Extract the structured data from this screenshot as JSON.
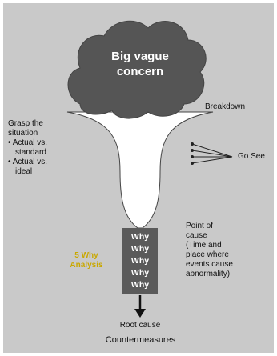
{
  "cloud": {
    "line1": "Big vague",
    "line2": "concern"
  },
  "labels": {
    "breakdown": "Breakdown",
    "go_see": "Go See",
    "grasp": {
      "line1": "Grasp the",
      "line2": "situation",
      "b1a": "• Actual vs.",
      "b1b": "standard",
      "b2a": "• Actual vs.",
      "b2b": "ideal"
    },
    "point_of_cause": [
      "Point of",
      "cause",
      "(Time and",
      "place where",
      "events cause",
      "abnormality)"
    ],
    "five_why": [
      "5 Why",
      "Analysis"
    ],
    "root_cause": "Root cause",
    "countermeasures": "Countermeasures"
  },
  "whys": [
    "Why",
    "Why",
    "Why",
    "Why",
    "Why"
  ],
  "colors": {
    "background": "#c9c9c9",
    "cloud": "#555555",
    "funnel": "#ffffff",
    "why_block": "#5a5a5a",
    "five_why_text": "#c9a800"
  }
}
